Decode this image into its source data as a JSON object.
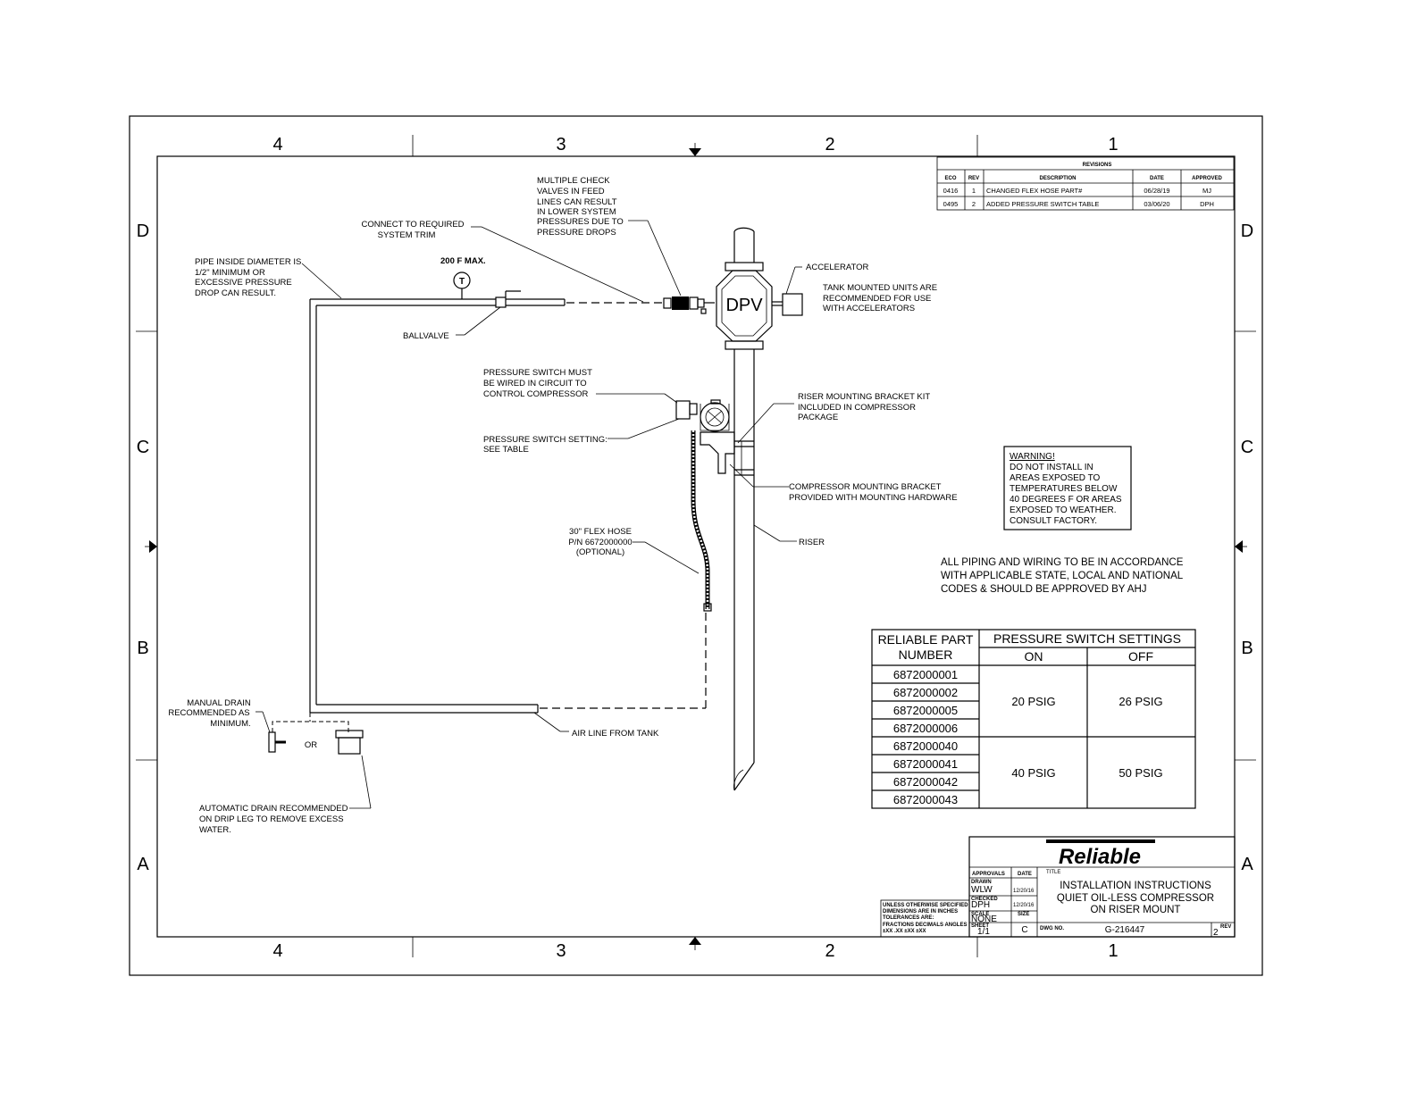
{
  "zones": {
    "columns": [
      "4",
      "3",
      "2",
      "1"
    ],
    "rows": [
      "D",
      "C",
      "B",
      "A"
    ]
  },
  "revisions": {
    "title": "REVISIONS",
    "headers": [
      "ECO",
      "REV",
      "DESCRIPTION",
      "DATE",
      "APPROVED"
    ],
    "rows": [
      [
        "0416",
        "1",
        "CHANGED FLEX HOSE PART#",
        "06/28/19",
        "MJ"
      ],
      [
        "0495",
        "2",
        "ADDED PRESSURE SWITCH TABLE",
        "03/06/20",
        "DPH"
      ]
    ]
  },
  "callouts": {
    "check_valves": [
      "MULTIPLE CHECK",
      "VALVES IN FEED",
      "LINES CAN RESULT",
      "IN LOWER SYSTEM",
      "PRESSURES DUE TO",
      "PRESSURE DROPS"
    ],
    "system_trim": [
      "CONNECT TO REQUIRED",
      "SYSTEM TRIM"
    ],
    "pipe_diameter": [
      "PIPE INSIDE DIAMETER IS",
      "1/2\" MINIMUM OR",
      "EXCESSIVE PRESSURE",
      "DROP CAN RESULT."
    ],
    "temp_max": "200 F MAX.",
    "gauge_letter": "T",
    "ballvalve": "BALLVALVE",
    "dpv": "DPV",
    "accelerator": "ACCELERATOR",
    "tank_mounted": [
      "TANK MOUNTED UNITS ARE",
      "RECOMMENDED FOR USE",
      "WITH ACCELERATORS"
    ],
    "pressure_switch_wired": [
      "PRESSURE SWITCH MUST",
      "BE WIRED IN CIRCUIT TO",
      "CONTROL COMPRESSOR"
    ],
    "pressure_switch_setting": [
      "PRESSURE SWITCH SETTING:",
      "SEE TABLE"
    ],
    "riser_bracket": [
      "RISER MOUNTING BRACKET KIT",
      "INCLUDED IN COMPRESSOR",
      "PACKAGE"
    ],
    "compressor_bracket": [
      "COMPRESSOR MOUNTING BRACKET",
      "PROVIDED WITH MOUNTING HARDWARE"
    ],
    "flex_hose": [
      "30\" FLEX HOSE",
      "P/N 6672000000",
      "(OPTIONAL)"
    ],
    "riser": "RISER",
    "manual_drain": [
      "MANUAL DRAIN",
      "RECOMMENDED AS",
      "MINIMUM."
    ],
    "or": "OR",
    "air_line": "AIR LINE FROM TANK",
    "auto_drain": [
      "AUTOMATIC DRAIN RECOMMENDED",
      "ON DRIP LEG TO REMOVE EXCESS",
      "WATER."
    ]
  },
  "warning": {
    "heading": "WARNING!",
    "lines": [
      "DO NOT INSTALL IN",
      "AREAS EXPOSED TO",
      "TEMPERATURES BELOW",
      "40 DEGREES F OR AREAS",
      "EXPOSED TO WEATHER.",
      "CONSULT FACTORY."
    ]
  },
  "codes_note": [
    "ALL PIPING AND WIRING TO BE IN ACCORDANCE",
    "WITH APPLICABLE STATE, LOCAL AND NATIONAL",
    "CODES & SHOULD BE APPROVED BY AHJ"
  ],
  "pressure_table": {
    "col_part_header": [
      "RELIABLE PART",
      "NUMBER"
    ],
    "settings_header": "PRESSURE SWITCH SETTINGS",
    "on_header": "ON",
    "off_header": "OFF",
    "groups": [
      {
        "parts": [
          "6872000001",
          "6872000002",
          "6872000005",
          "6872000006"
        ],
        "on": "20 PSIG",
        "off": "26 PSIG"
      },
      {
        "parts": [
          "6872000040",
          "6872000041",
          "6872000042",
          "6872000043"
        ],
        "on": "40 PSIG",
        "off": "50 PSIG"
      }
    ]
  },
  "title_block": {
    "brand": "Reliable",
    "title_label": "TITLE",
    "title_lines": [
      "INSTALLATION INSTRUCTIONS",
      "QUIET OIL-LESS COMPRESSOR",
      "ON RISER MOUNT"
    ],
    "approvals_label": "APPROVALS",
    "date_label": "DATE",
    "drawn_label": "DRAWN",
    "drawn_by": "WLW",
    "drawn_date": "12/20/16",
    "checked_label": "CHECKED",
    "checked_by": "DPH",
    "checked_date": "12/20/16",
    "scale_label": "SCALE",
    "scale": "NONE",
    "size_label": "SIZE",
    "size": "C",
    "sheet_label": "SHEET",
    "sheet": "1/1",
    "dwg_label": "DWG NO.",
    "dwg_no": "G-216447",
    "rev_label": "REV",
    "rev": "2",
    "tolerances": [
      "UNLESS OTHERWISE SPECIFIED",
      "DIMENSIONS ARE IN INCHES",
      "TOLERANCES ARE:",
      "FRACTIONS DECIMALS ANGLES",
      "±XX .XX ±XX ±XX"
    ]
  }
}
